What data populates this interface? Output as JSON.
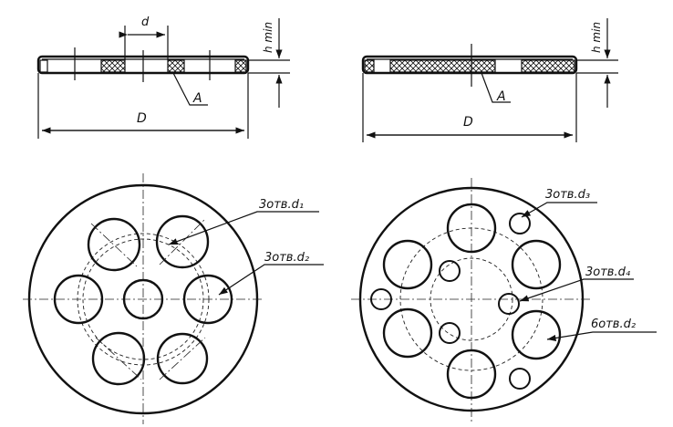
{
  "side_view_left": {
    "dim_d": "d",
    "dim_h": "h min",
    "label_a": "A",
    "dim_D": "D"
  },
  "side_view_right": {
    "dim_h": "h min",
    "label_a": "A",
    "dim_D": "D"
  },
  "plan_left": {
    "callout_1": "3отв.d₁",
    "callout_2": "3отв.d₂"
  },
  "plan_right": {
    "callout_3": "3отв.d₃",
    "callout_4": "3отв.d₄",
    "callout_5": "6отв.d₂"
  }
}
